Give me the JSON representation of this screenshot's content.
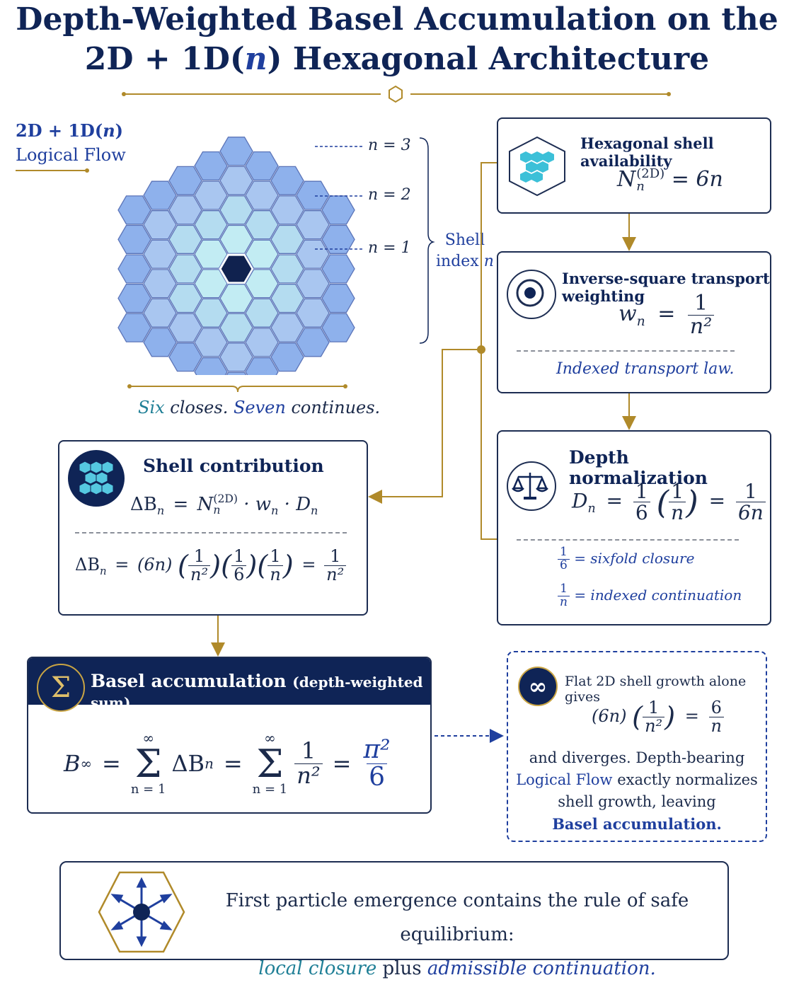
{
  "title": {
    "line1": "Depth-Weighted Basel Accumulation on the",
    "line2_a": "2D + 1D(",
    "line2_n": "n",
    "line2_b": ") Hexagonal Architecture"
  },
  "logical_flow": {
    "line1_a": "2D + 1D(",
    "line1_n": "n",
    "line1_b": ")",
    "line2": "Logical Flow"
  },
  "shells": {
    "n3": "n = 3",
    "n2": "n = 2",
    "n1": "n = 1",
    "brace_line1": "Shell",
    "brace_line2_a": "index ",
    "brace_line2_n": "n"
  },
  "tagline": {
    "six": "Six",
    "closes": " closes. ",
    "seven": "Seven",
    "continues": " continues."
  },
  "card_hex": {
    "title": "Hexagonal shell availability",
    "N": "N",
    "sup": "(2D)",
    "sub": "n",
    "rhs": "= 6n"
  },
  "card_inverse": {
    "title": "Inverse-square transport weighting",
    "w": "w",
    "sub": "n",
    "eq": "=",
    "num": "1",
    "den": "n²",
    "law": "Indexed transport law."
  },
  "card_depth": {
    "title": "Depth normalization",
    "D": "D",
    "sub": "n",
    "eq": "=",
    "a_num": "1",
    "a_den": "6",
    "b_num": "1",
    "b_den": "n",
    "eq2": "=",
    "c_num": "1",
    "c_den": "6n",
    "legend1_num": "1",
    "legend1_den": "6",
    "legend1_text": "= sixfold closure",
    "legend2_num": "1",
    "legend2_den": "n",
    "legend2_text": "= indexed continuation"
  },
  "card_shell": {
    "title": "Shell contribution",
    "lhs": "ΔB",
    "sub": "n",
    "eq": "=",
    "N": "N",
    "Nsup": "(2D)",
    "Nsub": "n",
    "dot1": "· w",
    "wsub": "n",
    "dot2": "· D",
    "dsub": "n",
    "e2_lhs": "ΔB",
    "e2_sub": "n",
    "e2_eq": "=",
    "e2_6n": "(6n)",
    "f1n": "1",
    "f1d": "n²",
    "f2n": "1",
    "f2d": "6",
    "f3n": "1",
    "f3d": "n",
    "e2_eq2": "=",
    "f4n": "1",
    "f4d": "n²"
  },
  "card_basel": {
    "header": "Basel accumulation",
    "header_small": "(depth-weighted sum)",
    "sigma": "Σ",
    "B": "B",
    "Bsub": "∞",
    "eq1": "=",
    "sum_top": "∞",
    "sum_bot": "n = 1",
    "term1": "ΔB",
    "term1_sub": "n",
    "eq2": "=",
    "sum2_top": "∞",
    "sum2_bot": "n = 1",
    "fn": "1",
    "fd": "n²",
    "eq3": "=",
    "pn": "π²",
    "pd": "6"
  },
  "card_flat": {
    "line1": "Flat 2D shell growth alone gives",
    "f6n": "(6n)",
    "fn": "1",
    "fd": "n²",
    "eq": "=",
    "rn": "6",
    "rd": "n",
    "line2": "and diverges. Depth-bearing",
    "line3_a": "Logical Flow",
    "line3_b": " exactly normalizes",
    "line4": "shell growth, leaving",
    "line5": "Basel accumulation."
  },
  "footer": {
    "line1": "First particle emergence contains the rule of safe equilibrium:",
    "line2_a": "local closure",
    "line2_b": " plus ",
    "line2_c": "admissible continuation."
  },
  "colors": {
    "navy": "#0f2456",
    "gold": "#b08a2a",
    "teal": "#1f7f96",
    "blue": "#1f3f9e",
    "hex_outer": "#8fb0ea",
    "hex_inner": "#bfe6f0"
  },
  "icons": {
    "hex_cluster": "hex-cluster-icon",
    "target": "target-icon",
    "scales": "balance-scale-icon",
    "sigma": "sigma-icon",
    "infinity": "infinity-icon",
    "particle": "particle-emergence-icon"
  }
}
